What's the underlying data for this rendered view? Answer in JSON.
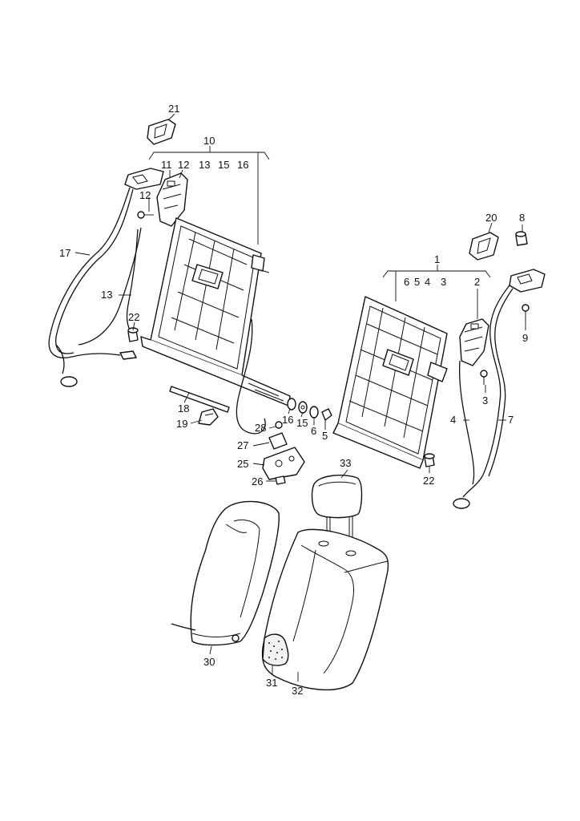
{
  "callouts": {
    "c1": "1",
    "c2": "2",
    "c3a": "3",
    "c3b": "3",
    "c4": "4",
    "c5a": "5",
    "c5b": "5",
    "c6a": "6",
    "c6b": "6",
    "c7": "7",
    "c8": "8",
    "c9": "9",
    "c10": "10",
    "c11": "11",
    "c12a": "12",
    "c12b": "12",
    "c13a": "13",
    "c13b": "13",
    "c15a": "15",
    "c15b": "15",
    "c16a": "16",
    "c16b": "16",
    "c17": "17",
    "c18": "18",
    "c19": "19",
    "c20": "20",
    "c21": "21",
    "c22a": "22",
    "c22b": "22",
    "c25": "25",
    "c26": "26",
    "c27": "27",
    "c28": "28",
    "c30": "30",
    "c31": "31",
    "c32": "32",
    "c33": "33"
  }
}
